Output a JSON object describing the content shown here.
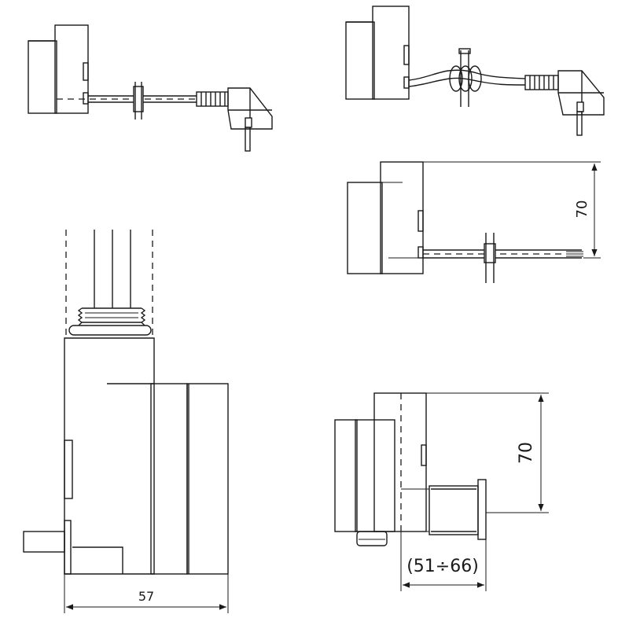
{
  "dimensions": {
    "width_label": "57",
    "height_label_mid": "70",
    "height_label_bottom": "70",
    "range_label": "(51÷66)"
  }
}
